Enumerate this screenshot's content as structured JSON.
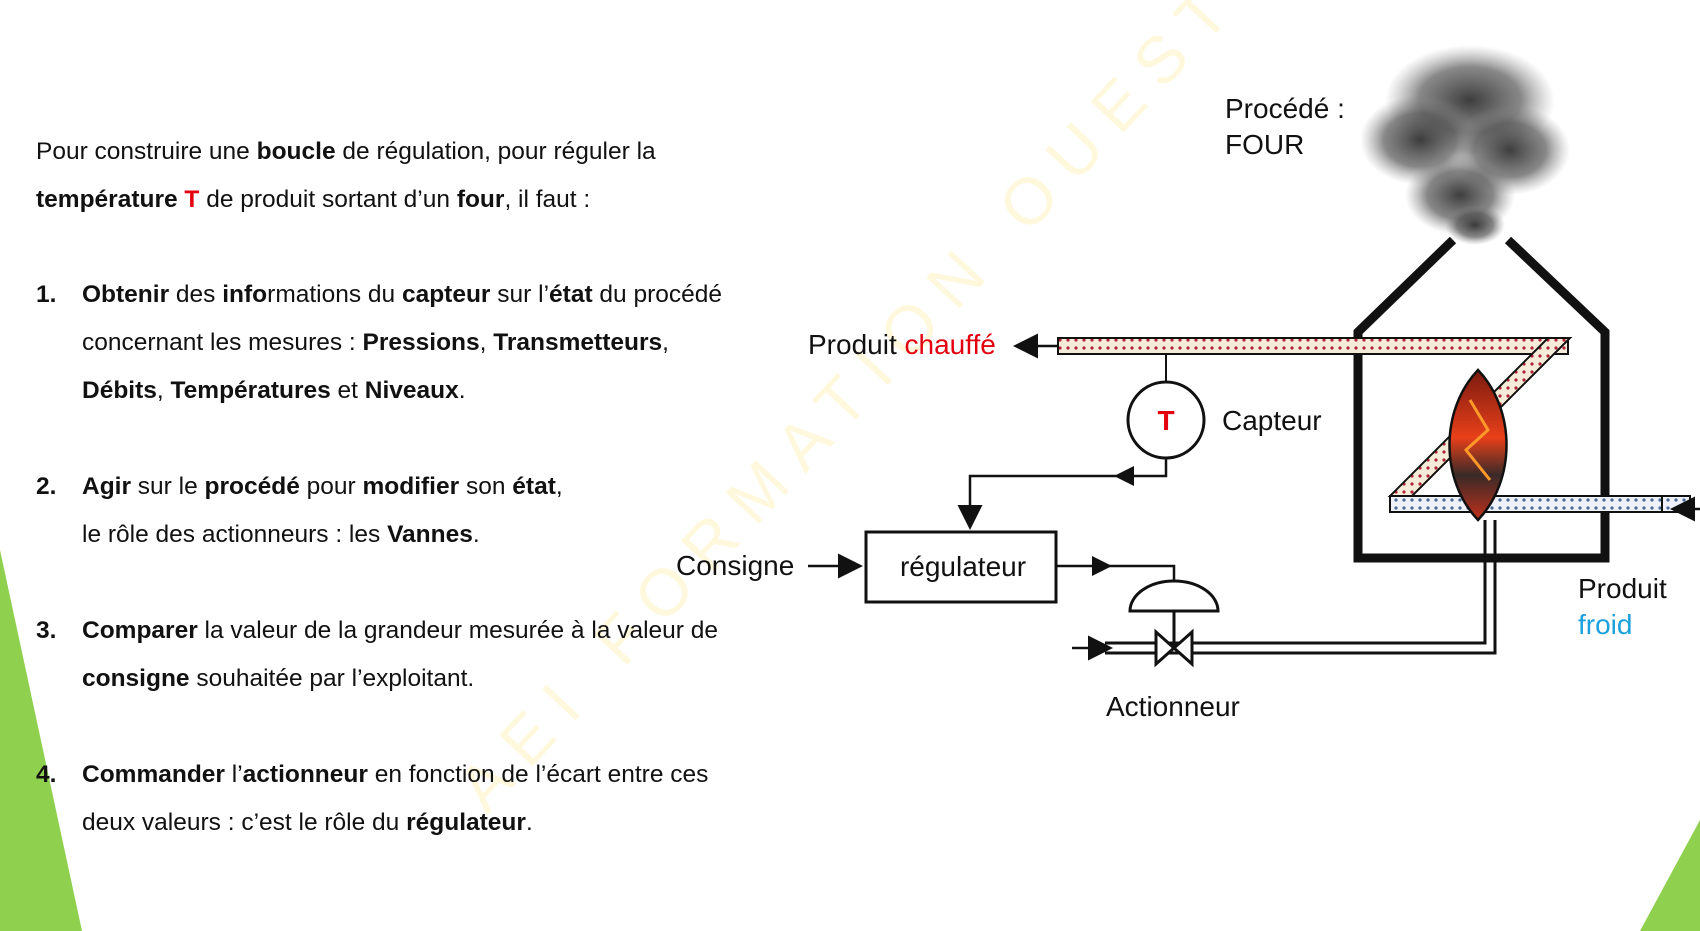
{
  "watermark": [
    "AEI",
    "FORMATION",
    "OUEST"
  ],
  "intro": {
    "s1": "Pour construire une ",
    "b1": "boucle",
    "s2": " de régulation, pour réguler la ",
    "b2": "température",
    "t_letter": "T",
    "s3": " de produit sortant d’un ",
    "b3": "four",
    "s4": ", il faut :"
  },
  "steps": [
    {
      "num": "1.",
      "parts": [
        {
          "t": "Obtenir",
          "b": true
        },
        {
          "t": " des "
        },
        {
          "t": "info",
          "b": true
        },
        {
          "t": "rmations du "
        },
        {
          "t": "capteur",
          "b": true
        },
        {
          "t": " sur l’"
        },
        {
          "t": "état",
          "b": true
        },
        {
          "t": " du procédé concernant les mesures : "
        },
        {
          "t": "Pressions",
          "b": true
        },
        {
          "t": ", "
        },
        {
          "t": "Transmetteurs",
          "b": true
        },
        {
          "t": ", "
        },
        {
          "t": "Débits",
          "b": true
        },
        {
          "t": ", "
        },
        {
          "t": "Températures",
          "b": true
        },
        {
          "t": " et "
        },
        {
          "t": "Niveaux",
          "b": true
        },
        {
          "t": "."
        }
      ]
    },
    {
      "num": "2.",
      "parts": [
        {
          "t": "Agir",
          "b": true
        },
        {
          "t": " sur le "
        },
        {
          "t": "procédé",
          "b": true
        },
        {
          "t": " pour "
        },
        {
          "t": "modifier",
          "b": true
        },
        {
          "t": " son "
        },
        {
          "t": "état",
          "b": true
        },
        {
          "t": ","
        },
        {
          "br": true
        },
        {
          "t": "le rôle des actionneurs : les "
        },
        {
          "t": "Vannes",
          "b": true
        },
        {
          "t": "."
        }
      ]
    },
    {
      "num": "3.",
      "parts": [
        {
          "t": "Comparer",
          "b": true
        },
        {
          "t": " la valeur de la grandeur mesurée à la valeur de "
        },
        {
          "t": "consigne",
          "b": true
        },
        {
          "t": " souhaitée par l’exploitant."
        }
      ]
    },
    {
      "num": "4.",
      "parts": [
        {
          "t": "Commander",
          "b": true
        },
        {
          "t": " l’"
        },
        {
          "t": "actionneur",
          "b": true
        },
        {
          "t": " en fonction de l’écart entre ces deux valeurs : c’est le rôle du "
        },
        {
          "t": "régulateur",
          "b": true
        },
        {
          "t": "."
        }
      ]
    }
  ],
  "diagram": {
    "procede_line1": "Procédé :",
    "procede_line2": "FOUR",
    "produit_chauffe_word": "Produit",
    "produit_chauffe_color_word": "chauffé",
    "sensor_letter": "T",
    "capteur_label": "Capteur",
    "consigne_label": "Consigne",
    "regulateur_label": "régulateur",
    "actionneur_label": "Actionneur",
    "produit_froid_word": "Produit",
    "produit_froid_color_word": "froid"
  },
  "colors": {
    "accent_red": "#e3000f",
    "accent_blue": "#1aa0dc",
    "deco_green": "#8fd14f",
    "watermark": "#ffd73c"
  }
}
